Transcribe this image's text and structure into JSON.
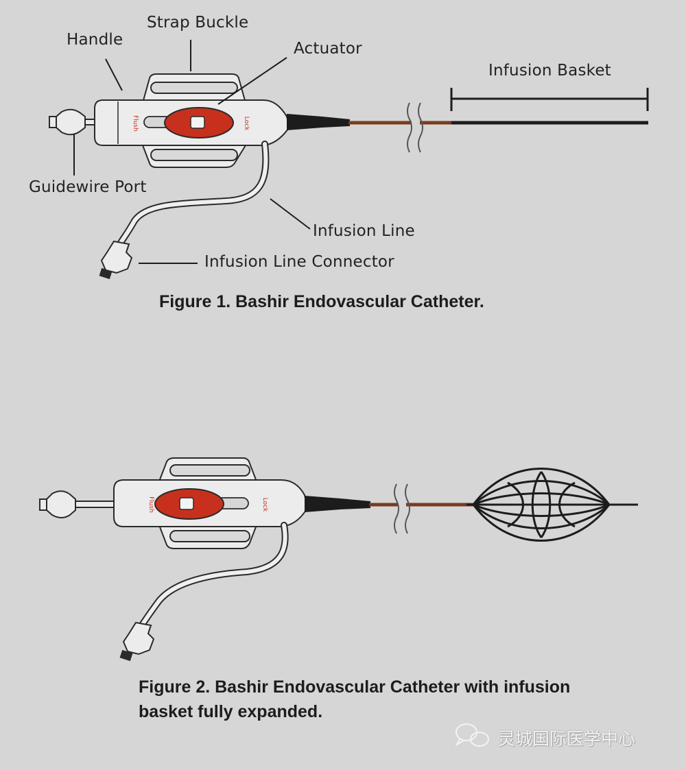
{
  "figure1": {
    "callouts": {
      "handle": "Handle",
      "strap_buckle": "Strap Buckle",
      "actuator": "Actuator",
      "infusion_basket": "Infusion Basket",
      "guidewire_port": "Guidewire Port",
      "infusion_line": "Infusion Line",
      "infusion_line_connector": "Infusion Line Connector"
    },
    "caption": "Figure 1. Bashir Endovascular Catheter."
  },
  "figure2": {
    "caption_line1": "Figure 2. Bashir Endovascular Catheter with infusion",
    "caption_line2": "basket fully expanded."
  },
  "watermark": "灵城国际医学中心",
  "colors": {
    "background": "#d6d6d6",
    "actuator_red": "#c8301e",
    "catheter_brown": "#7a3b1e",
    "device_body": "#e9e9e9",
    "outline": "#2a2a2a"
  },
  "icons": [
    "wechat-logo-icon"
  ]
}
